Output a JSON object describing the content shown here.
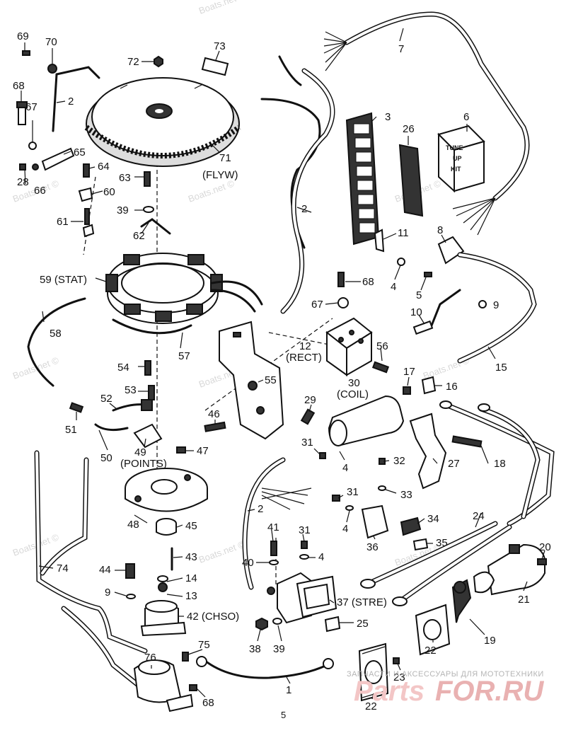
{
  "page_number": "5",
  "watermarks": [
    "Boats.net ©",
    "Boats.net ©",
    "Boats.net ©",
    "Boats.net ©",
    "Boats.net ©",
    "Boats.net ©",
    "Boats.net ©",
    "Boats.net ©",
    "Boats.net ©",
    "Boats.net ©"
  ],
  "footer_text": "ЗАПЧАСТИ И АКСЕССУАРЫ ДЛЯ МОТОТЕХНИКИ",
  "footer_logo_part1": "Parts",
  "footer_logo_part2": "FOR.RU",
  "tune_up_kit_label": [
    "TUNE",
    "UP",
    "KIT"
  ],
  "callouts": {
    "c69": "69",
    "c70": "70",
    "c72": "72",
    "c73": "73",
    "c7": "7",
    "c68a": "68",
    "c67a": "67",
    "c2a": "2",
    "c28": "28",
    "c66": "66",
    "c65": "65",
    "c64": "64",
    "c63": "63",
    "c71": "71",
    "c71b": "(FLYW)",
    "c3": "3",
    "c26": "26",
    "c6": "6",
    "c60": "60",
    "c39a": "39",
    "c61": "61",
    "c62": "62",
    "c2b": "2",
    "c11": "11",
    "c8": "8",
    "c59": "59 (STAT)",
    "c68b": "68",
    "c4a": "4",
    "c5": "5",
    "c67b": "67",
    "c9a": "9",
    "c10": "10",
    "c58": "58",
    "c57": "57",
    "c12": "12",
    "c12b": "(RECT)",
    "c56": "56",
    "c15": "15",
    "c54": "54",
    "c55": "55",
    "c17": "17",
    "c16": "16",
    "c53": "53",
    "c30": "30",
    "c30b": "(COIL)",
    "c29": "29",
    "c52": "52",
    "c46": "46",
    "c51": "51",
    "c50": "50",
    "c49": "49",
    "c49b": "(POINTS)",
    "c47": "47",
    "c31a": "31",
    "c4b": "4",
    "c32": "32",
    "c27": "27",
    "c18": "18",
    "c33": "33",
    "c31b": "31",
    "c2c": "2",
    "c4c": "4",
    "c34": "34",
    "c48": "48",
    "c45": "45",
    "c41": "41",
    "c31c": "31",
    "c4d": "4",
    "c36": "36",
    "c35": "35",
    "c24": "24",
    "c20": "20",
    "c43": "43",
    "c74": "74",
    "c44": "44",
    "c40": "40",
    "c14": "14",
    "c9b": "9",
    "c13": "13",
    "c42": "42 (CHSO)",
    "c37": "37 (STRE)",
    "c21": "21",
    "c25": "25",
    "c19": "19",
    "c38": "38",
    "c39b": "39",
    "c22a": "22",
    "c75": "75",
    "c76": "76",
    "c23": "23",
    "c1": "1",
    "c68c": "68",
    "c22b": "22"
  }
}
